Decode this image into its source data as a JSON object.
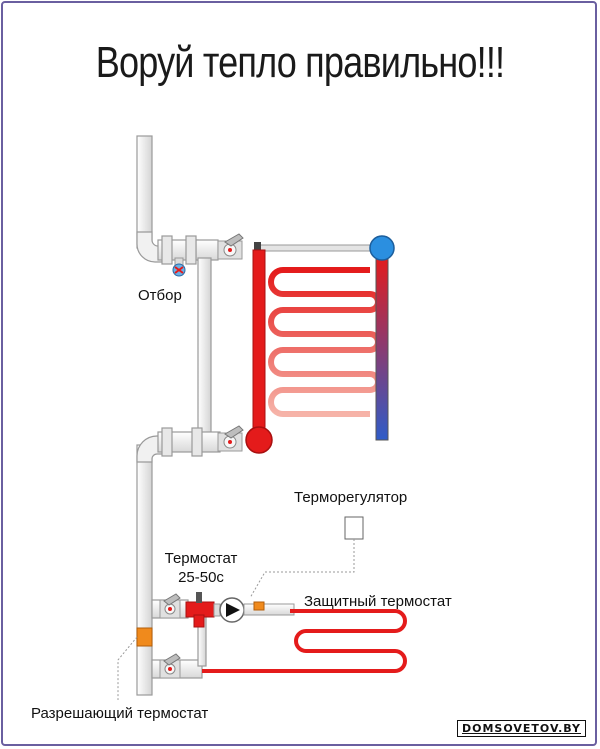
{
  "title": "Воруй тепло правильно!!!",
  "labels": {
    "otbor": "Отбор",
    "thermoregulator": "Терморегулятор",
    "thermostat_line1": "Термостат",
    "thermostat_line2": "25-50с",
    "protective_thermostat": "Защитный термостат",
    "permissive_thermostat": "Разрешающий термостат"
  },
  "watermark": "DOMSOVETOV.BY",
  "colors": {
    "pipe_fill": "#e9e9e9",
    "pipe_stroke": "#9a9a9a",
    "hot": "#e41b1b",
    "cold": "#2f5cc8",
    "sensor": "#f08a1c",
    "valve": "#c8c8c8",
    "frame": "#6a5fa0"
  }
}
